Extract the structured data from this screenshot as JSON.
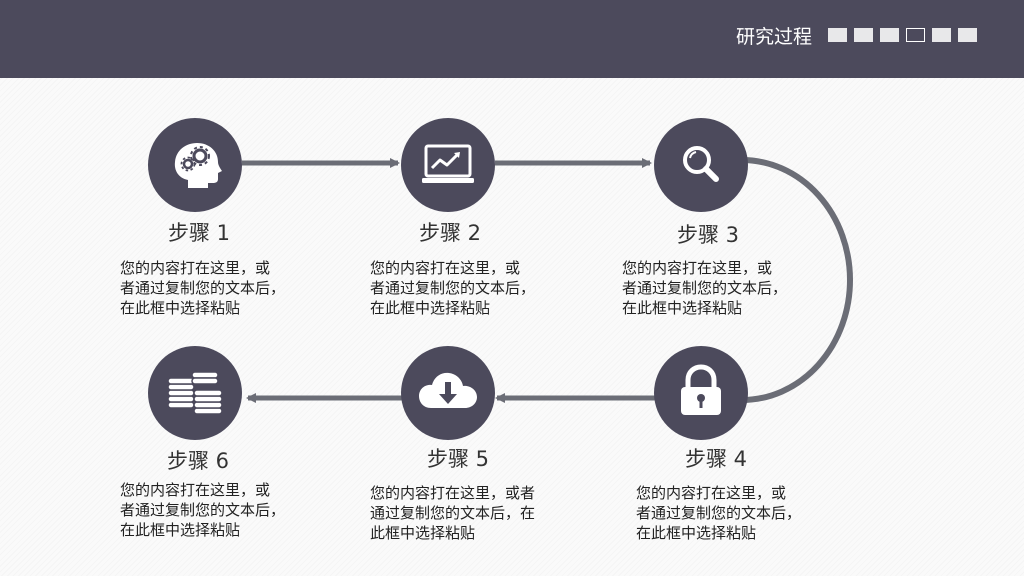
{
  "header": {
    "title": "研究过程",
    "progress_squares": 6,
    "active_square_index": 3,
    "bg_color": "#4c4a5c"
  },
  "accent_color": "#4c4a5c",
  "connector_color": "#6b6d76",
  "steps": [
    {
      "label": "步骤 1",
      "icon": "head-gears-icon",
      "desc": [
        "您的内容打在这里，或",
        "者通过复制您的文本后，",
        "在此框中选择粘贴"
      ]
    },
    {
      "label": "步骤 2",
      "icon": "chart-monitor-icon",
      "desc": [
        "您的内容打在这里，或",
        "者通过复制您的文本后，",
        "在此框中选择粘贴"
      ]
    },
    {
      "label": "步骤 3",
      "icon": "search-icon",
      "desc": [
        "您的内容打在这里，或",
        "者通过复制您的文本后，",
        "在此框中选择粘贴"
      ]
    },
    {
      "label": "步骤 4",
      "icon": "lock-icon",
      "desc": [
        "您的内容打在这里，或",
        "者通过复制您的文本后，",
        "在此框中选择粘贴"
      ]
    },
    {
      "label": "步骤 5",
      "icon": "cloud-download-icon",
      "desc": [
        "您的内容打在这里，或者",
        "通过复制您的文本后，在",
        "此框中选择粘贴"
      ]
    },
    {
      "label": "步骤 6",
      "icon": "coins-icon",
      "desc": [
        "您的内容打在这里，或",
        "者通过复制您的文本后，",
        "在此框中选择粘贴"
      ]
    }
  ]
}
